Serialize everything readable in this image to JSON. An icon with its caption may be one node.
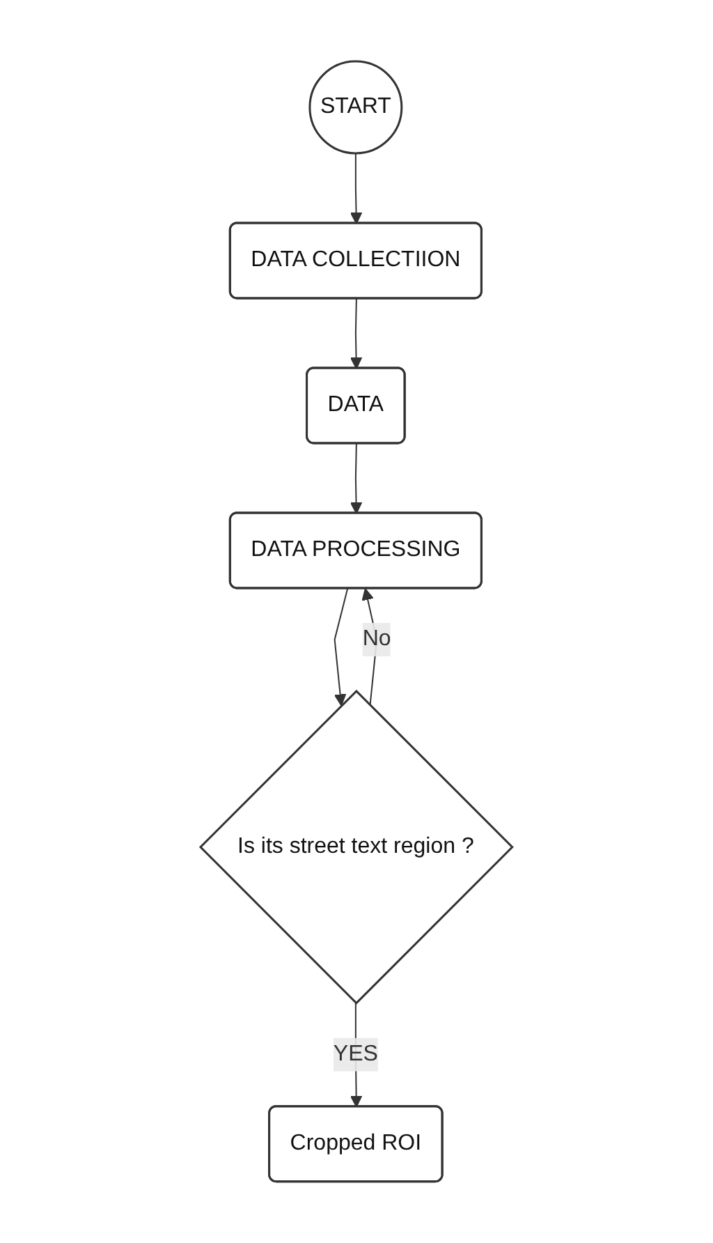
{
  "diagram": {
    "nodes": [
      {
        "text": [
          "START"
        ]
      },
      {
        "text": [
          "DATA COLLECTIION"
        ]
      },
      {
        "text": [
          "DATA"
        ]
      },
      {
        "text": [
          "DATA PROCESSING"
        ]
      },
      {
        "text": [
          "Is its street text region ?"
        ]
      },
      {
        "text": [
          "Cropped ROI"
        ]
      }
    ],
    "edges": [
      {
        "from": 0,
        "to": 1,
        "arrow": "to"
      },
      {
        "from": 1,
        "to": 2,
        "arrow": "to"
      },
      {
        "from": 2,
        "to": 3,
        "arrow": "to"
      },
      {
        "from": 3,
        "to": 4,
        "arrow": "to"
      },
      {
        "from": 4,
        "to": 3,
        "label": "No",
        "arrow": "to"
      },
      {
        "from": 4,
        "to": 5,
        "label": "YES",
        "arrow": "to"
      }
    ]
  }
}
